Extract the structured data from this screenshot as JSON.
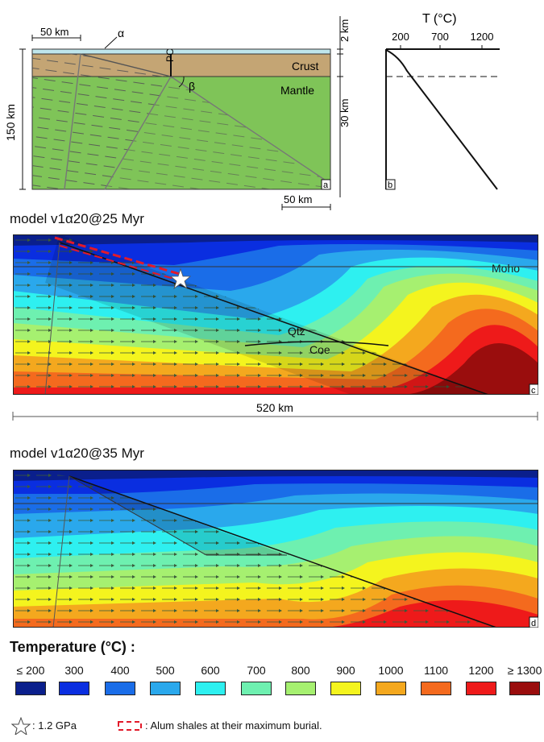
{
  "panel_a": {
    "scale_left": "50 km",
    "label_alpha": "α",
    "label_beta": "β",
    "label_pc": "PC",
    "label_crust": "Crust",
    "label_mantle": "Mantle",
    "depth_150": "150 km",
    "scale_bottom": "50 km",
    "thickness_2": "2 km",
    "thickness_30": "30 km",
    "panel_letter": "a",
    "colors": {
      "crust": "#c4a574",
      "mantle": "#7fc458",
      "water": "#bfe6ec"
    }
  },
  "panel_b": {
    "axis_title": "T (°C)",
    "ticks": [
      "200",
      "700",
      "1200"
    ],
    "panel_letter": "b"
  },
  "model_c": {
    "title": "model v1α20@25 Myr",
    "label_moho": "Moho",
    "label_qtz": "Qtz",
    "label_coe": "Coe",
    "panel_letter": "c",
    "width_label": "520 km"
  },
  "model_d": {
    "title": "model v1α20@35 Myr",
    "panel_letter": "d"
  },
  "legend": {
    "title": "Temperature (°C) :",
    "labels": [
      "≤ 200",
      "300",
      "400",
      "500",
      "600",
      "700",
      "800",
      "900",
      "1000",
      "1100",
      "1200",
      "≥ 1300"
    ],
    "colors": [
      "#0a1f8c",
      "#0a2ee0",
      "#1a6de8",
      "#2aa8ec",
      "#2ef0f0",
      "#6ef0b0",
      "#a6f070",
      "#f4f41e",
      "#f4a81e",
      "#f46a1e",
      "#ee1a1a",
      "#9a0d0d"
    ]
  },
  "footnotes": {
    "star_text": ": 1.2 GPa",
    "shale_text": ": Alum shales at their maximum burial."
  }
}
